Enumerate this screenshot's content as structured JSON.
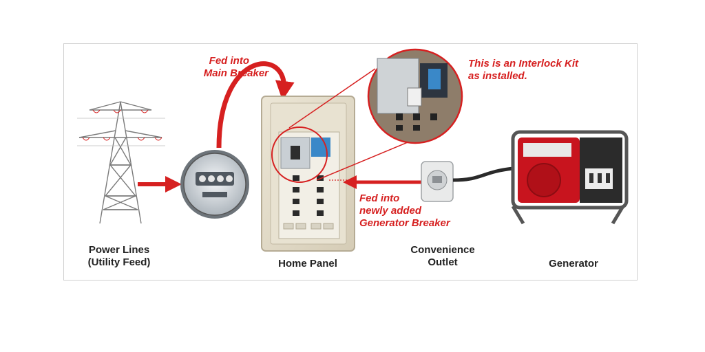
{
  "labels": {
    "power_lines": [
      "Power Lines",
      "(Utility Feed)"
    ],
    "home_panel": "Home Panel",
    "convenience_outlet": [
      "Convenience",
      "Outlet"
    ],
    "generator": "Generator"
  },
  "annotations": {
    "fed_main": [
      "Fed into",
      "Main Breaker"
    ],
    "interlock": [
      "This is an Interlock Kit",
      "as installed."
    ],
    "fed_generator": [
      "Fed into",
      "newly added",
      "Generator Breaker"
    ]
  },
  "colors": {
    "accent_red": "#d62020",
    "text_dark": "#222222",
    "panel_beige": "#e3dccb",
    "generator_red": "#c8141e"
  }
}
